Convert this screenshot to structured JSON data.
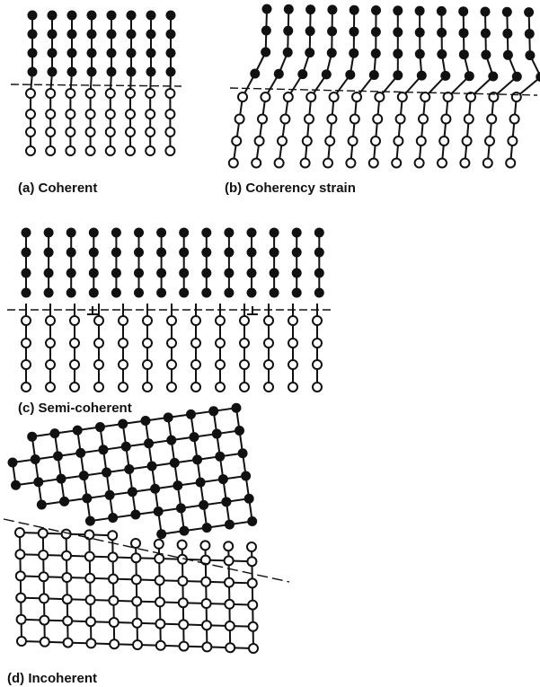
{
  "panels": [
    {
      "id": "a",
      "caption": "(a)  Coherent",
      "kind": "coherent"
    },
    {
      "id": "b",
      "caption": "(b)  Coherency strain",
      "kind": "coherency-strain"
    },
    {
      "id": "c",
      "caption": "(c)  Semi-coherent",
      "kind": "semi-coherent"
    },
    {
      "id": "d",
      "caption": "(d)  Incoherent",
      "kind": "incoherent"
    }
  ],
  "legend_atoms": {
    "filled_color": "#111111",
    "open_fill": "#ffffff",
    "open_stroke": "#111111"
  }
}
